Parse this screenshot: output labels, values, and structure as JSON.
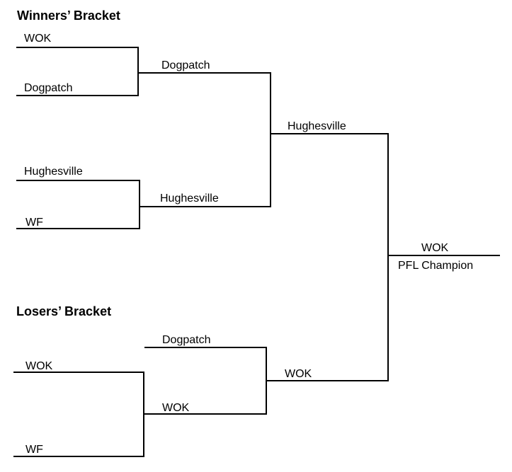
{
  "winners": {
    "heading": "Winners’ Bracket",
    "round1": [
      "WOK",
      "Dogpatch",
      "Hughesville",
      "WF"
    ],
    "round2": [
      "Dogpatch",
      "Hughesville"
    ],
    "winner": "Hughesville"
  },
  "losers": {
    "heading": "Losers’ Bracket",
    "round1": [
      "WOK",
      "WF"
    ],
    "round2": [
      "Dogpatch",
      "WOK"
    ],
    "winner": "WOK"
  },
  "final": {
    "champion": "WOK",
    "caption": "PFL Champion"
  },
  "colors": {
    "line": "#000000",
    "text": "#000000",
    "background": "#ffffff"
  }
}
